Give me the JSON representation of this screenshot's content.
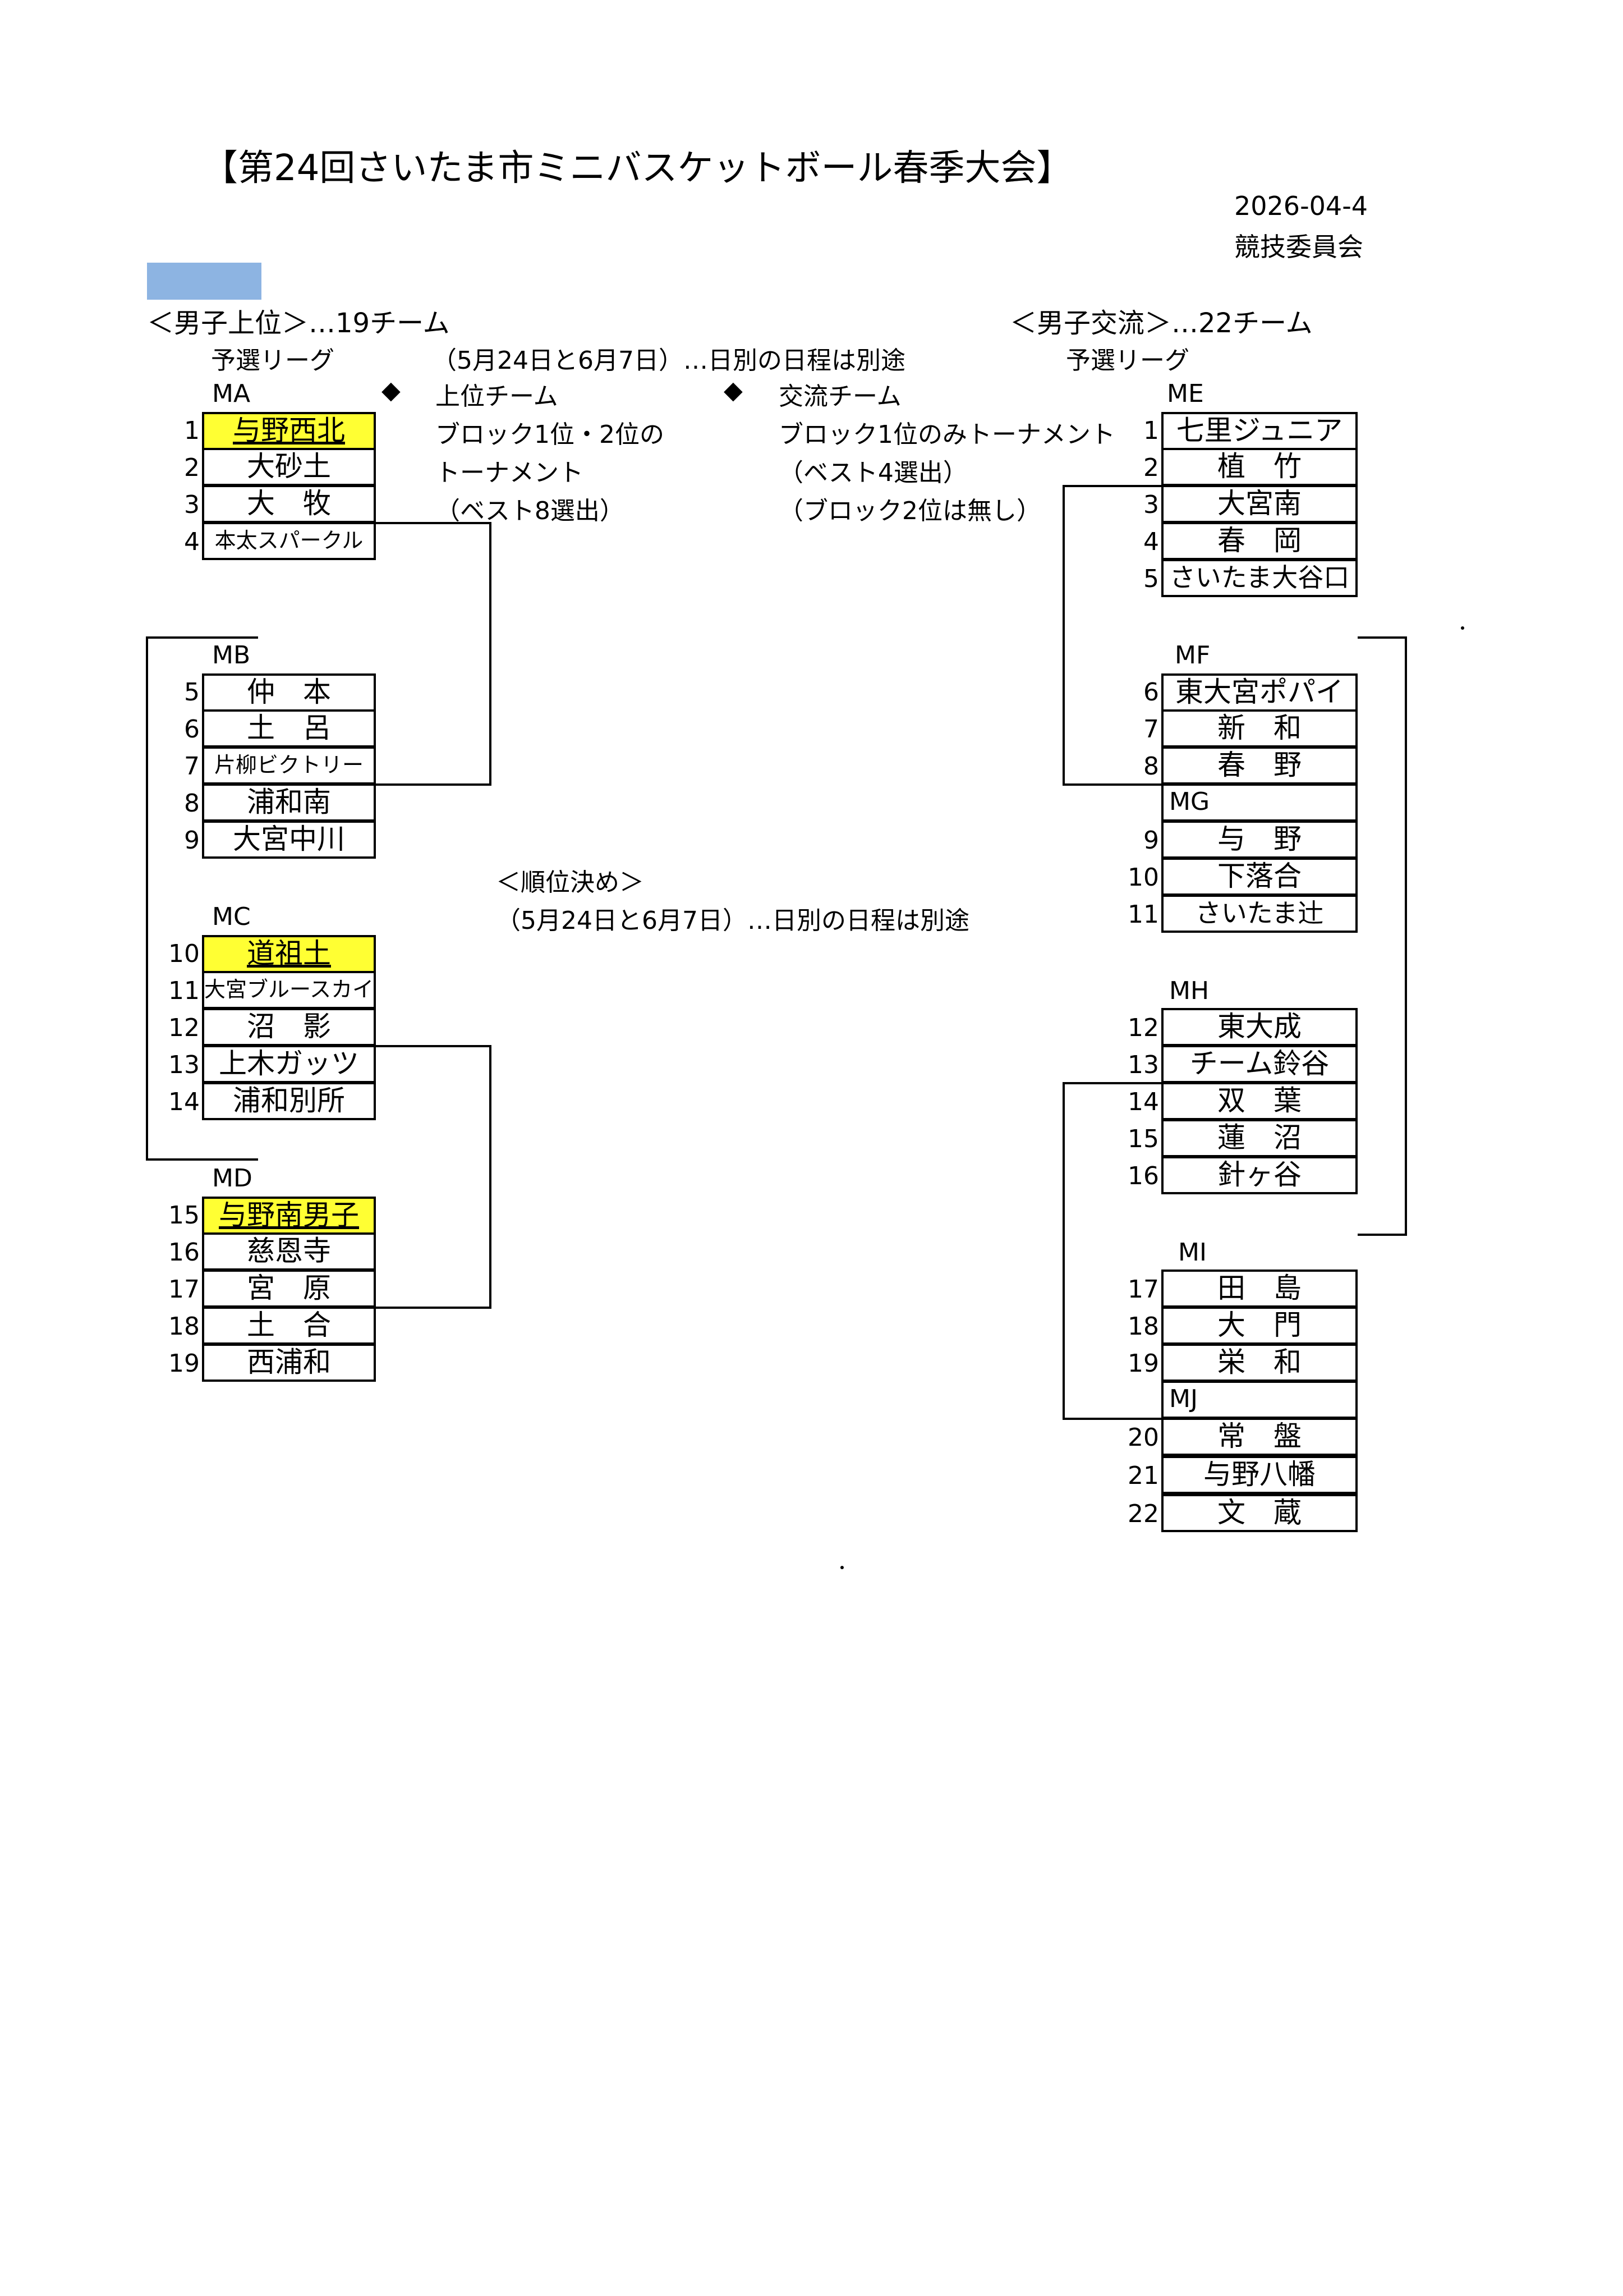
{
  "header": {
    "title": "【第24回さいたま市ミニバスケットボール春季大会】",
    "date": "2026-04-4",
    "committee": "競技委員会"
  },
  "legend_color": "#8db4e2",
  "highlight_color": "#ffff33",
  "upper": {
    "heading": "＜男子上位＞…19チーム",
    "prelim_label": "予選リーグ",
    "schedule": "（5月24日と6月7日）…日別の日程は別途",
    "note_title": "上位チーム",
    "note_line1": "ブロック1位・2位の",
    "note_line2": "トーナメント",
    "note_line3": "（ベスト8選出）",
    "blocks": [
      {
        "name": "MA",
        "teams": [
          {
            "no": "1",
            "name": "与野西北",
            "highlight": true
          },
          {
            "no": "2",
            "name": "大砂土"
          },
          {
            "no": "3",
            "name": "大　牧"
          },
          {
            "no": "4",
            "name": "本太スパークル",
            "small": true
          }
        ]
      },
      {
        "name": "MB",
        "teams": [
          {
            "no": "5",
            "name": "仲　本"
          },
          {
            "no": "6",
            "name": "土　呂"
          },
          {
            "no": "7",
            "name": "片柳ビクトリー",
            "small": true
          },
          {
            "no": "8",
            "name": "浦和南"
          },
          {
            "no": "9",
            "name": "大宮中川"
          }
        ]
      },
      {
        "name": "MC",
        "teams": [
          {
            "no": "10",
            "name": "道祖土",
            "highlight": true
          },
          {
            "no": "11",
            "name": "大宮ブルースカイ",
            "small": true
          },
          {
            "no": "12",
            "name": "沼　影"
          },
          {
            "no": "13",
            "name": "上木ガッツ"
          },
          {
            "no": "14",
            "name": "浦和別所"
          }
        ]
      },
      {
        "name": "MD",
        "teams": [
          {
            "no": "15",
            "name": "与野南男子",
            "highlight": true
          },
          {
            "no": "16",
            "name": "慈恩寺"
          },
          {
            "no": "17",
            "name": "宮　原"
          },
          {
            "no": "18",
            "name": "土　合"
          },
          {
            "no": "19",
            "name": "西浦和"
          }
        ]
      }
    ]
  },
  "exchange": {
    "heading": "＜男子交流＞…22チーム",
    "prelim_label": "予選リーグ",
    "note_title": "交流チーム",
    "note_line1": "ブロック1位のみトーナメント",
    "note_line2": "（ベスト4選出）",
    "note_line3": "（ブロック2位は無し）",
    "blocks": [
      {
        "name": "ME",
        "teams": [
          {
            "no": "1",
            "name": "七里ジュニア"
          },
          {
            "no": "2",
            "name": "植　竹"
          },
          {
            "no": "3",
            "name": "大宮南"
          },
          {
            "no": "4",
            "name": "春　岡"
          },
          {
            "no": "5",
            "name": "さいたま大谷口"
          }
        ]
      },
      {
        "name": "MF",
        "teams": [
          {
            "no": "6",
            "name": "東大宮ポパイ"
          },
          {
            "no": "7",
            "name": "新　和"
          },
          {
            "no": "8",
            "name": "春　野"
          }
        ]
      },
      {
        "name": "MG",
        "teams": [
          {
            "no": "9",
            "name": "与　野"
          },
          {
            "no": "10",
            "name": "下落合"
          },
          {
            "no": "11",
            "name": "さいたま辻"
          }
        ]
      },
      {
        "name": "MH",
        "teams": [
          {
            "no": "12",
            "name": "東大成"
          },
          {
            "no": "13",
            "name": "チーム鈴谷"
          },
          {
            "no": "14",
            "name": "双　葉"
          },
          {
            "no": "15",
            "name": "蓮　沼"
          },
          {
            "no": "16",
            "name": "針ヶ谷"
          }
        ]
      },
      {
        "name": "MI",
        "teams": [
          {
            "no": "17",
            "name": "田　島"
          },
          {
            "no": "18",
            "name": "大　門"
          },
          {
            "no": "19",
            "name": "栄　和"
          }
        ]
      },
      {
        "name": "MJ",
        "teams": [
          {
            "no": "20",
            "name": "常　盤"
          },
          {
            "no": "21",
            "name": "与野八幡"
          },
          {
            "no": "22",
            "name": "文　蔵"
          }
        ]
      }
    ]
  },
  "ranking": {
    "heading": "＜順位決め＞",
    "schedule": "（5月24日と6月7日）…日別の日程は別途"
  },
  "diamond": "◆"
}
